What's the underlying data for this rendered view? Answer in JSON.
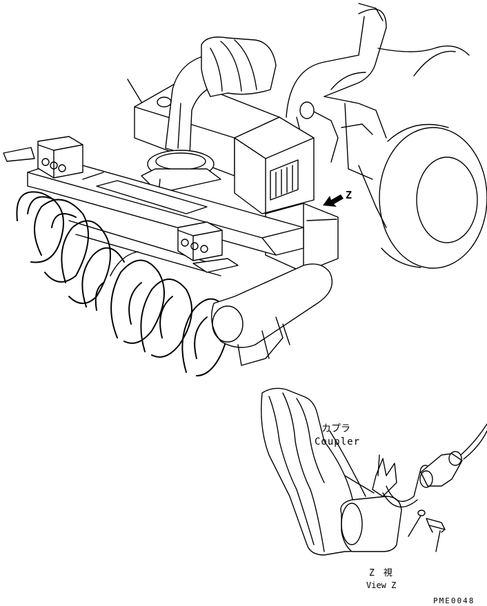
{
  "labels": {
    "view_letter": "Z",
    "coupler_jp": "カプラ",
    "coupler_en": "Coupler",
    "view_jp": "Z　視",
    "view_en": "View Z",
    "drawing_code": "PME0048"
  },
  "colors": {
    "line": "#000000",
    "background": "#ffffff"
  }
}
